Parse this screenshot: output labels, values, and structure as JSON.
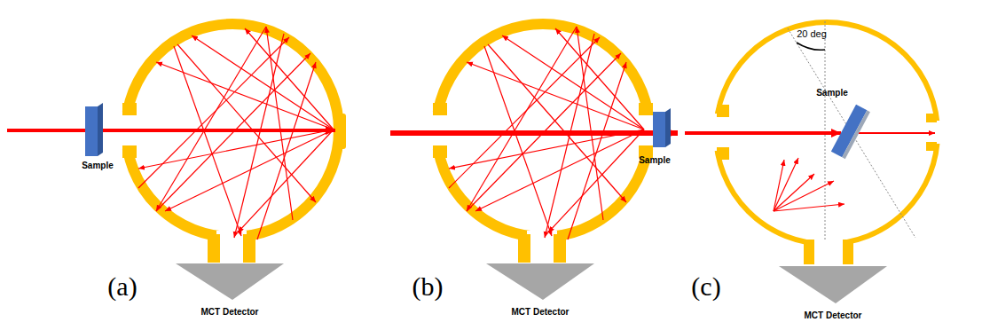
{
  "diagram": {
    "labels": [
      "Sample",
      "MCT Detector",
      "(a)",
      "Sample",
      "MCT Detector",
      "(b)",
      "20 deg",
      "Sample",
      "MCT Detector",
      "(c)"
    ]
  }
}
